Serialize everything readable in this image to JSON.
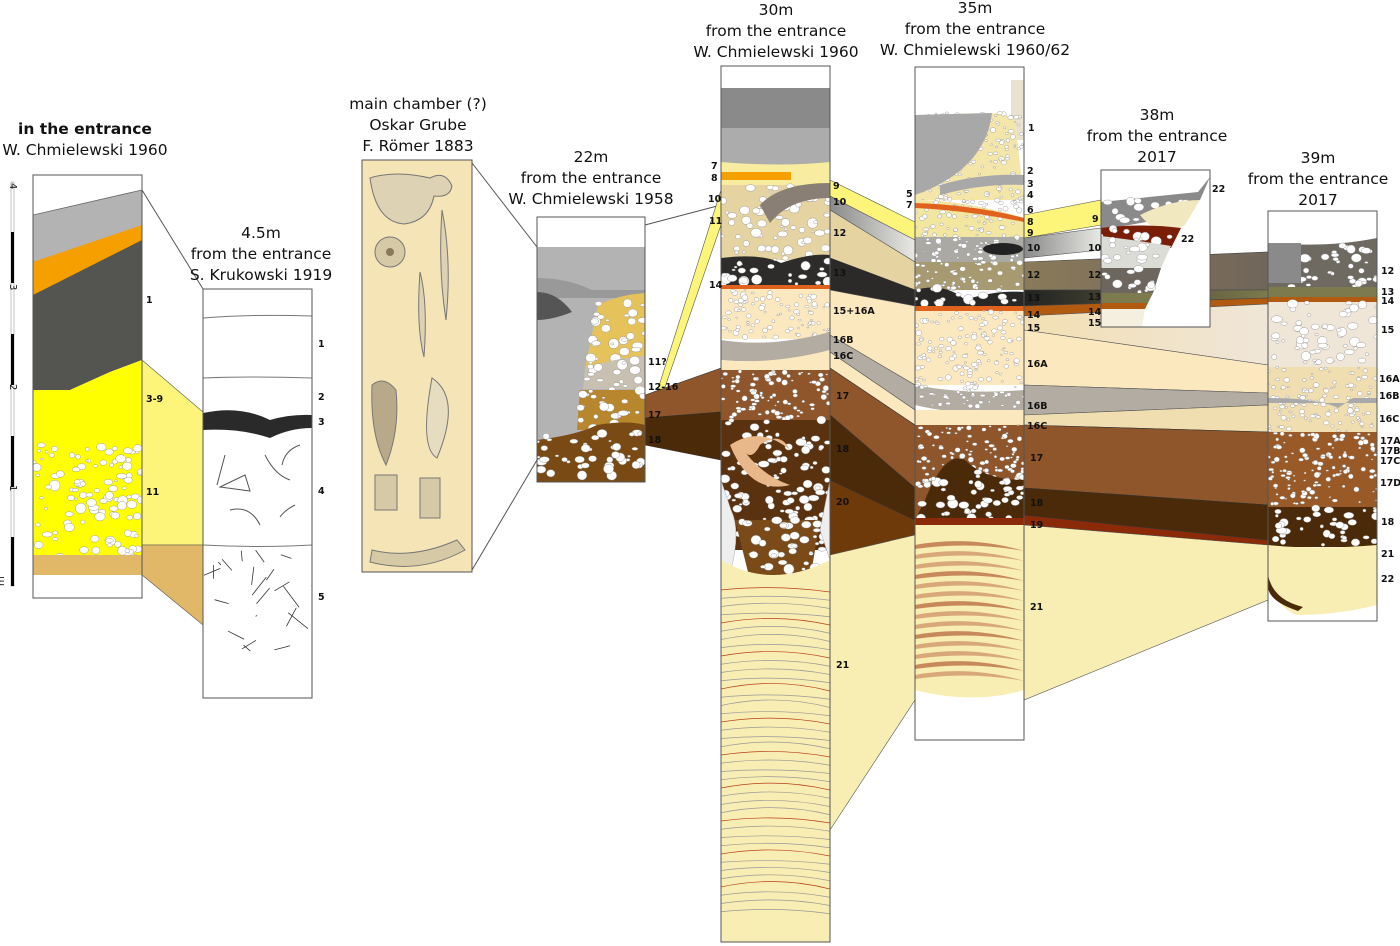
{
  "columns": {
    "entrance": {
      "title": [
        "in the entrance",
        "W. Chmielewski 1960"
      ],
      "labels": [
        "1",
        "3-9",
        "11"
      ]
    },
    "m4_5": {
      "title": [
        "4.5m",
        "from the entrance",
        "S. Krukowski 1919"
      ],
      "labels": [
        "1",
        "2",
        "3",
        "4",
        "5"
      ]
    },
    "main_chamber": {
      "title": [
        "main chamber (?)",
        "Oskar Grube",
        "F. Römer 1883"
      ]
    },
    "m22": {
      "title": [
        "22m",
        "from the entrance",
        "W. Chmielewski 1958"
      ],
      "labels": [
        "11?",
        "12-16",
        "17",
        "18"
      ]
    },
    "m30": {
      "title": [
        "30m",
        "from the entrance",
        "W. Chmielewski 1960"
      ],
      "labels": [
        "7",
        "8",
        "10",
        "11",
        "14",
        "9",
        "10",
        "12",
        "13",
        "15+16A",
        "16B",
        "16C",
        "17",
        "18",
        "20",
        "21"
      ]
    },
    "m35": {
      "title": [
        "35m",
        "from the entrance",
        "W. Chmielewski 1960/62"
      ],
      "labels": [
        "5",
        "7",
        "1",
        "2",
        "3",
        "4",
        "6",
        "8",
        "9",
        "10",
        "12",
        "13",
        "14",
        "15",
        "16A",
        "16B",
        "16C",
        "17",
        "18",
        "19",
        "21"
      ]
    },
    "m38": {
      "title": [
        "38m",
        "from the entrance",
        "2017"
      ],
      "labels": [
        "22",
        "22",
        "9",
        "10",
        "12",
        "13",
        "14",
        "15"
      ]
    },
    "m39": {
      "title": [
        "39m",
        "from the entrance",
        "2017"
      ],
      "labels": [
        "12",
        "13",
        "14",
        "15",
        "16A",
        "16B",
        "16C",
        "17A",
        "17B",
        "17C",
        "17D",
        "18",
        "21",
        "22"
      ]
    }
  },
  "scale_bar": {
    "ticks": [
      "4",
      "3",
      "2",
      "1"
    ],
    "unit": "m"
  },
  "colors": {
    "gray": "#b3b3b3",
    "dark": "#545450",
    "yellow": "#ffff00",
    "pale_yellow": "#fdf57a",
    "beige": "#fbe8bf",
    "tan": "#e5d3a2",
    "brown": "#8f552b",
    "dark_brown": "#4a2a08",
    "orange": "#f5a000",
    "red_orange": "#e1621c",
    "plate": "#f4e4b6"
  }
}
